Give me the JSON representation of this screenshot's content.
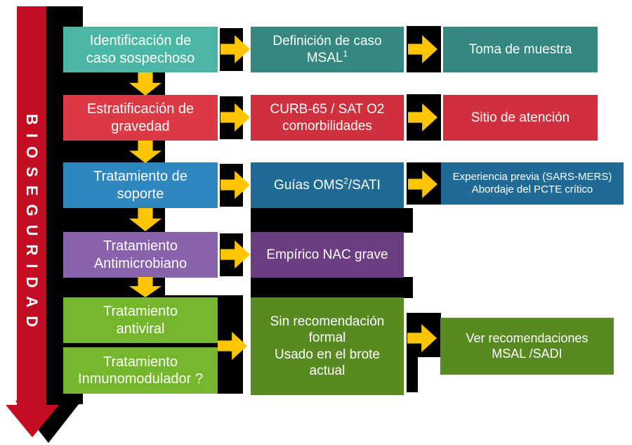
{
  "biosecurity_label": "BIOSEGURIDAD",
  "colors": {
    "background": "#FFFFFF",
    "connector_black": "#000000",
    "arrow_yellow": "#FDC500",
    "biosecurity_red": "#C30D23",
    "teal_light": "#4CB6A4",
    "teal_dark": "#35887F",
    "red_light": "#DC3944",
    "red_dark": "#D02F3D",
    "blue_light": "#2E87BF",
    "blue_dark": "#1F6B95",
    "purple_light": "#8962AC",
    "purple_dark": "#6B3D81",
    "green_light": "#74B72C",
    "green_dark": "#588A21",
    "text": "#FFFFFF"
  },
  "rows": [
    {
      "left": "Identificación de\ncaso sospechoso",
      "mid_pre": "Definición de caso\nMSAL",
      "mid_sup": "1",
      "mid_post": "",
      "right": "Toma de muestra"
    },
    {
      "left": "Estratificación de\ngravedad",
      "mid_pre": "CURB-65 / SAT O2\ncomorbilidades",
      "mid_sup": "",
      "mid_post": "",
      "right": "Sitio de atención"
    },
    {
      "left": "Tratamiento de\nsoporte",
      "mid_pre": "Guías OMS",
      "mid_sup": "2",
      "mid_post": "/SATI",
      "right": "Experiencia previa (SARS-MERS)\nAbordaje del PCTE crítico"
    },
    {
      "left": "Tratamiento\nAntimicrobiano",
      "mid_pre": "Empírico NAC grave",
      "mid_sup": "",
      "mid_post": ""
    },
    {
      "left_a": "Tratamiento\nantiviral",
      "left_b": "Tratamiento\nInmunomodulador ?",
      "mid_pre": "Sin recomendación\nformal\nUsado en el brote\nactual",
      "mid_sup": "",
      "mid_post": "",
      "right": "Ver recomendaciones\nMSAL /SADI"
    }
  ]
}
